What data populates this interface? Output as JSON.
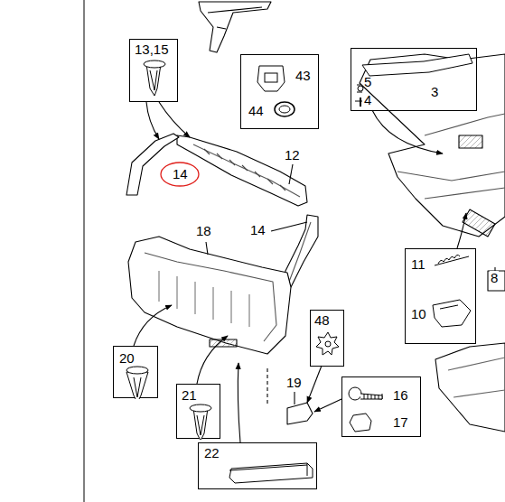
{
  "diagram": {
    "nodes": [
      {
        "text": [
          "13,15"
        ]
      },
      {
        "text": [
          "43",
          "44"
        ]
      },
      {
        "text": [
          "5",
          "3",
          "4"
        ]
      },
      {
        "text": [
          "14"
        ]
      },
      {
        "text": [
          "48"
        ]
      },
      {
        "text": [
          "11",
          "10"
        ]
      },
      {
        "text": [
          "20"
        ]
      },
      {
        "text": [
          "21"
        ]
      },
      {
        "text": [
          "16",
          "17"
        ]
      },
      {
        "text": [
          "22"
        ]
      }
    ],
    "labels": [
      "12",
      "18",
      "14",
      "19",
      "8"
    ]
  }
}
